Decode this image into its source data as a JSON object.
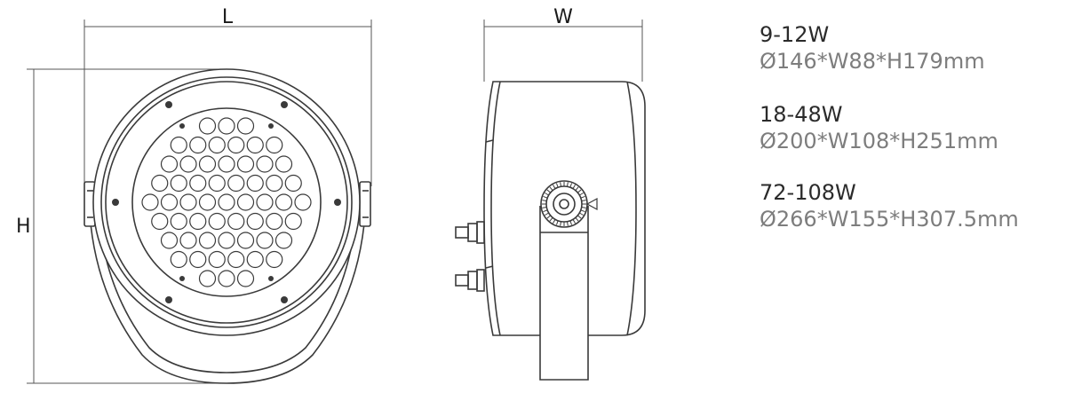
{
  "dimensions": {
    "length_label": "L",
    "width_label": "W",
    "height_label": "H"
  },
  "specs": [
    {
      "power": "9-12W",
      "size": "Ø146*W88*H179mm"
    },
    {
      "power": "18-48W",
      "size": "Ø200*W108*H251mm"
    },
    {
      "power": "72-108W",
      "size": "Ø266*W155*H307.5mm"
    }
  ],
  "colors": {
    "line": "#3a3a3a",
    "spec_power": "#2b2b2b",
    "spec_size": "#7d7d7d"
  }
}
